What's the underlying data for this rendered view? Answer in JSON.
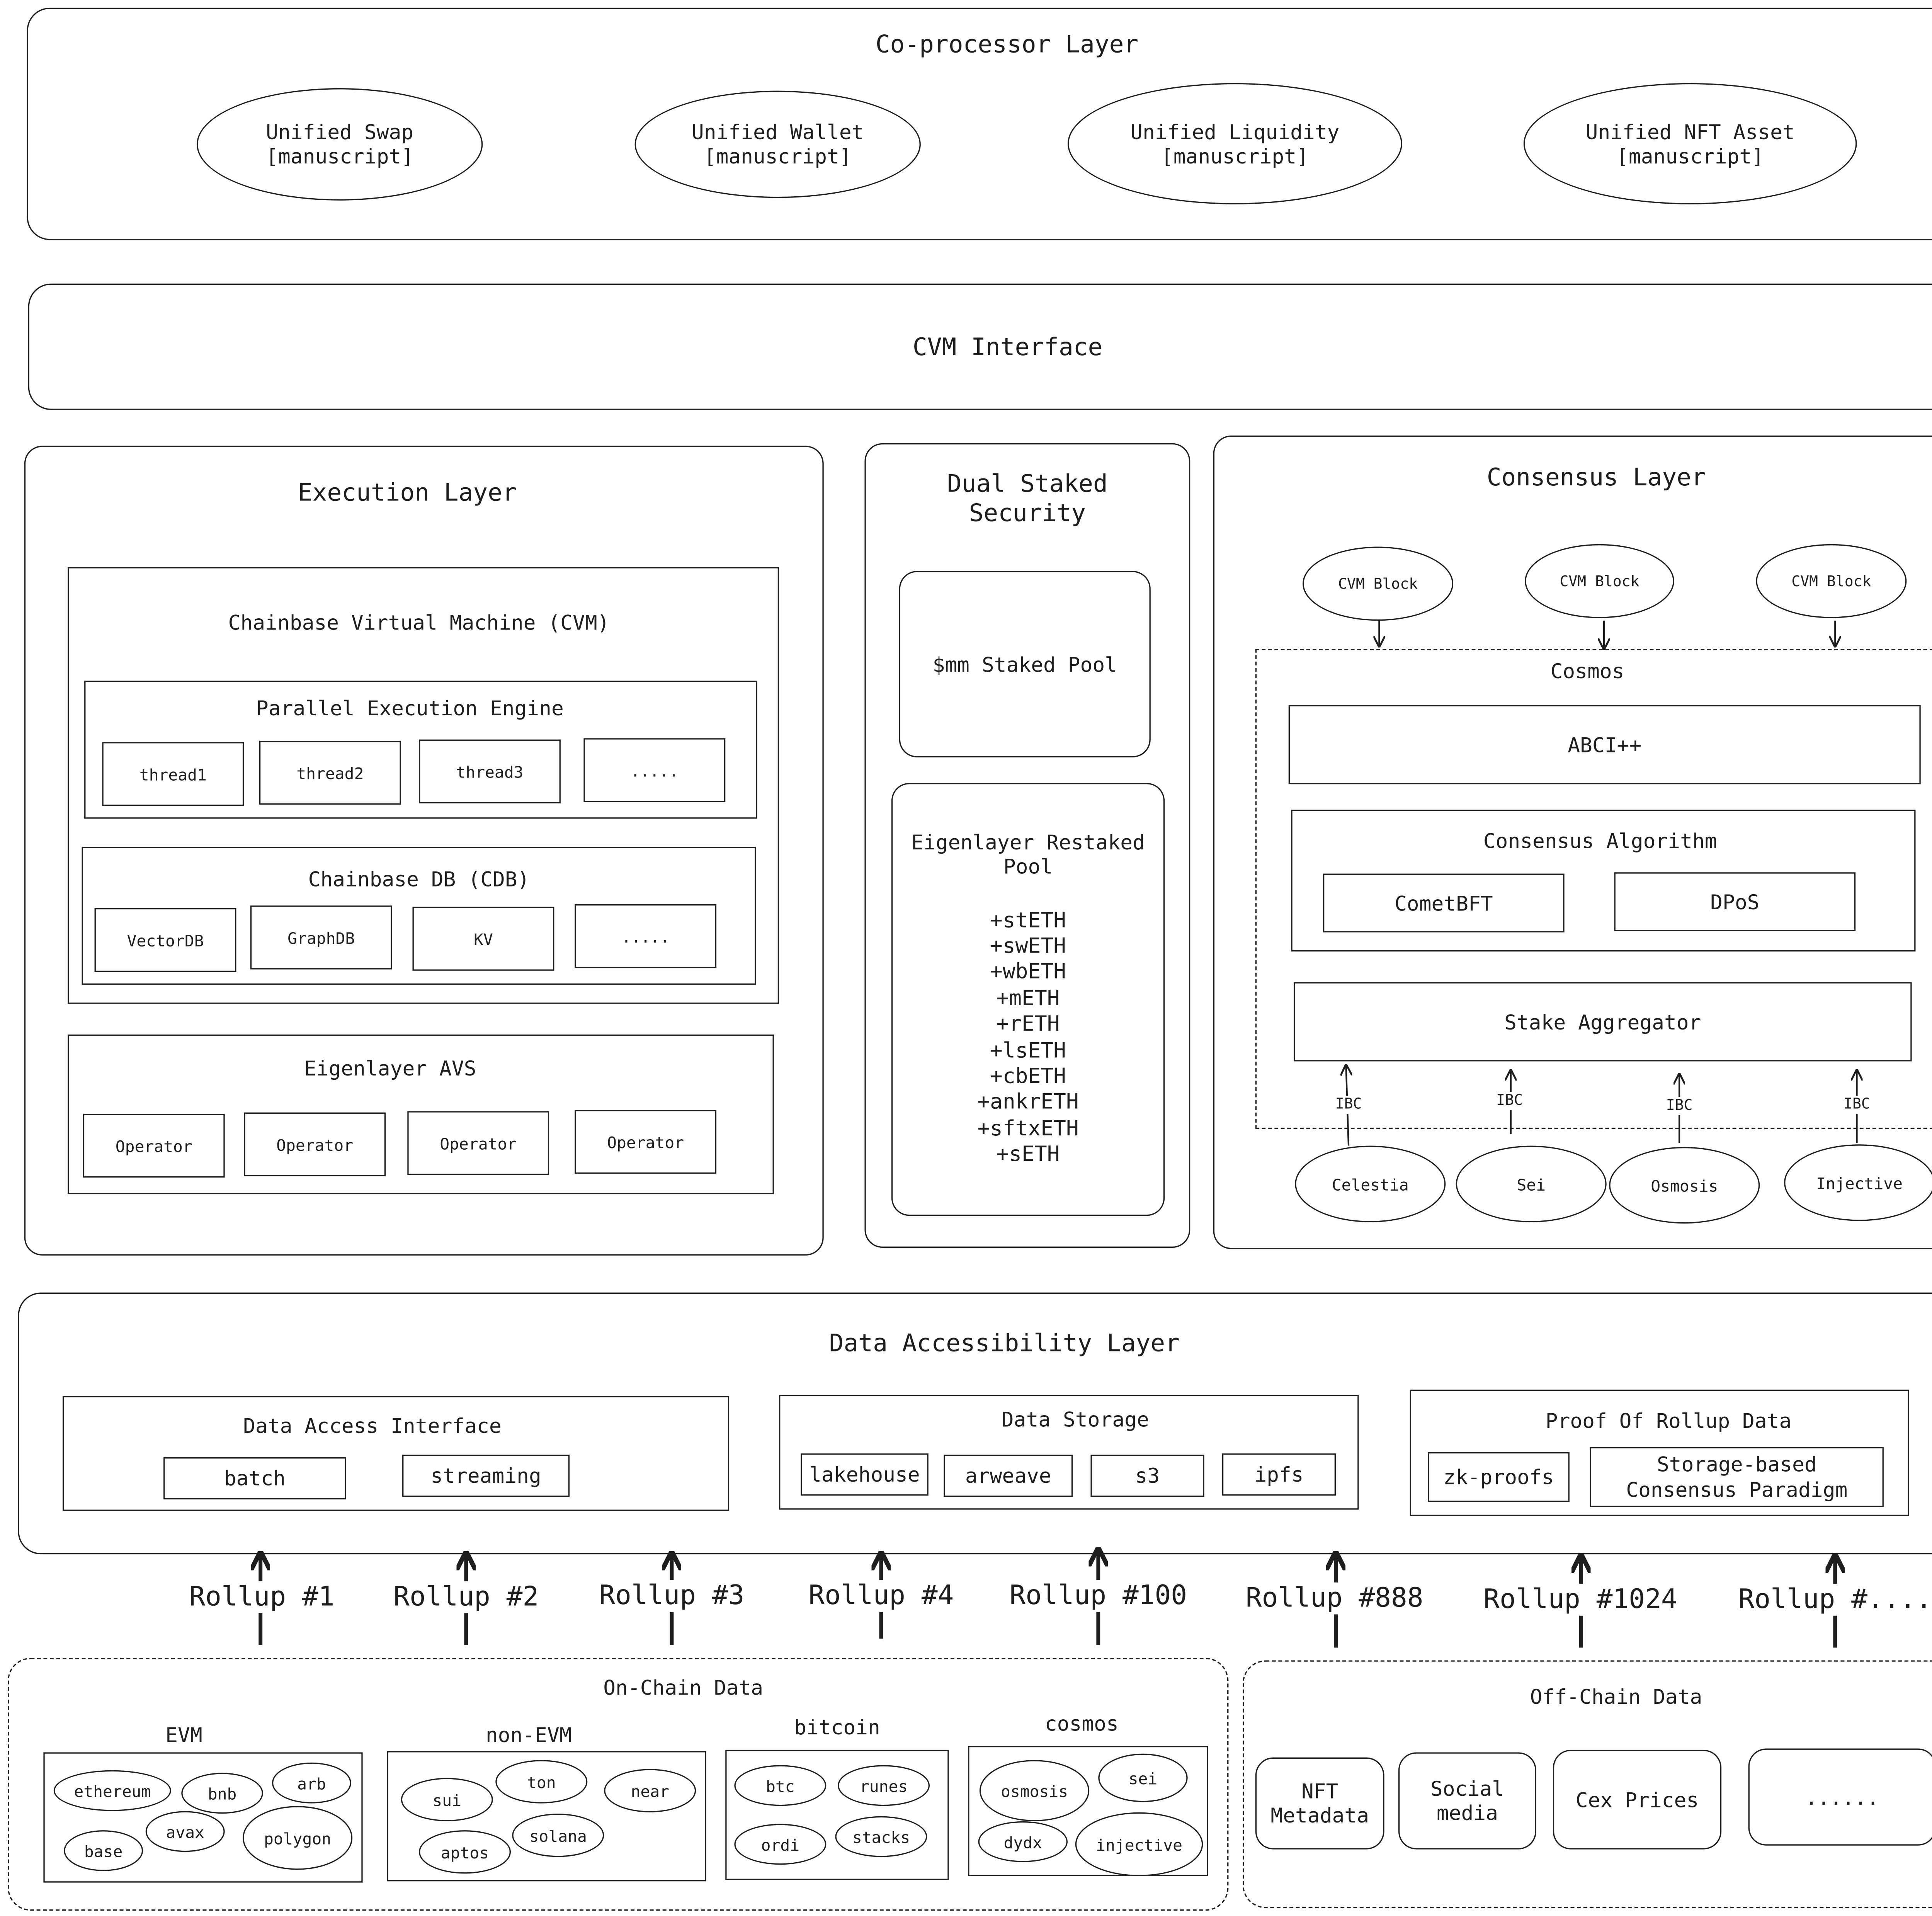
{
  "coprocessor": {
    "title": "Co-processor Layer",
    "items": [
      "Unified Swap\n[manuscript]",
      "Unified Wallet\n[manuscript]",
      "Unified Liquidity\n[manuscript]",
      "Unified NFT Asset\n[manuscript]"
    ]
  },
  "cvm_interface": {
    "title": "CVM Interface"
  },
  "execution": {
    "title": "Execution Layer",
    "cvm_title": "Chainbase Virtual Machine (CVM)",
    "pee_title": "Parallel Execution Engine",
    "threads": [
      "thread1",
      "thread2",
      "thread3",
      "....."
    ],
    "cdb_title": "Chainbase DB (CDB)",
    "dbs": [
      "VectorDB",
      "GraphDB",
      "KV",
      "....."
    ],
    "avs_title": "Eigenlayer AVS",
    "operators": [
      "Operator",
      "Operator",
      "Operator",
      "Operator"
    ]
  },
  "dual_staked": {
    "title": "Dual Staked\nSecurity",
    "staked_pool": "$mm Staked Pool",
    "restaked_title": "Eigenlayer Restaked\nPool",
    "assets": [
      "+stETH",
      "+swETH",
      "+wbETH",
      "+mETH",
      "+rETH",
      "+lsETH",
      "+cbETH",
      "+ankrETH",
      "+sftxETH",
      "+sETH"
    ]
  },
  "consensus": {
    "title": "Consensus Layer",
    "blocks": [
      "CVM Block",
      "CVM Block",
      "CVM Block"
    ],
    "cosmos_title": "Cosmos",
    "abci": "ABCI++",
    "algo_title": "Consensus Algorithm",
    "algos": [
      "CometBFT",
      "DPoS"
    ],
    "aggregator": "Stake Aggregator",
    "ibc": [
      "IBC",
      "IBC",
      "IBC",
      "IBC"
    ],
    "chains": [
      "Celestia",
      "Sei",
      "Osmosis",
      "Injective"
    ]
  },
  "data_access": {
    "title": "Data Accessibility Layer",
    "interface_title": "Data Access Interface",
    "interface_items": [
      "batch",
      "streaming"
    ],
    "storage_title": "Data Storage",
    "storage_items": [
      "lakehouse",
      "arweave",
      "s3",
      "ipfs"
    ],
    "proof_title": "Proof Of Rollup Data",
    "proof_items": [
      "zk-proofs",
      "Storage-based\nConsensus Paradigm"
    ]
  },
  "rollups": [
    "Rollup #1",
    "Rollup #2",
    "Rollup #3",
    "Rollup #4",
    "Rollup #100",
    "Rollup #888",
    "Rollup #1024",
    "Rollup #...."
  ],
  "onchain": {
    "title": "On-Chain Data",
    "groups": [
      {
        "name": "EVM",
        "items": [
          "ethereum",
          "bnb",
          "arb",
          "avax",
          "base",
          "polygon"
        ]
      },
      {
        "name": "non-EVM",
        "items": [
          "sui",
          "ton",
          "near",
          "solana",
          "aptos"
        ]
      },
      {
        "name": "bitcoin",
        "items": [
          "btc",
          "runes",
          "ordi",
          "stacks"
        ]
      },
      {
        "name": "cosmos",
        "items": [
          "osmosis",
          "sei",
          "dydx",
          "injective"
        ]
      }
    ]
  },
  "offchain": {
    "title": "Off-Chain Data",
    "items": [
      "NFT\nMetadata",
      "Social\nmedia",
      "Cex Prices",
      "......"
    ]
  }
}
